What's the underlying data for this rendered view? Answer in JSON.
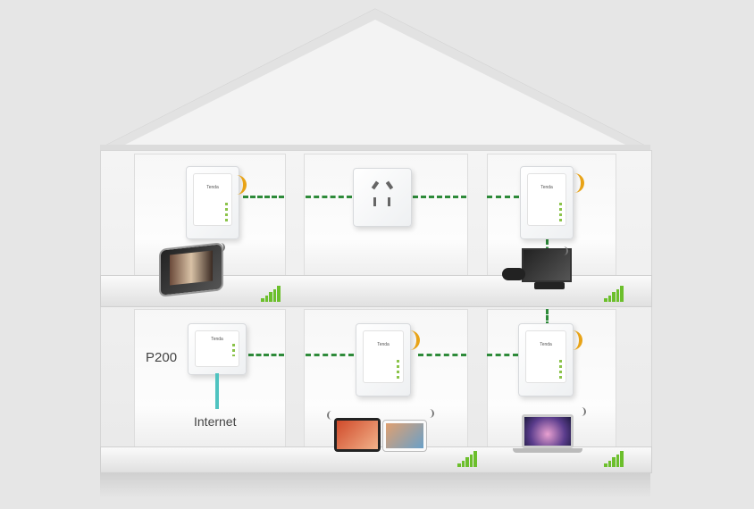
{
  "brand_logo_text": "Tenda",
  "labels": {
    "model": "P200",
    "internet": "Internet"
  },
  "colors": {
    "link_dashed": "#2e8b3a",
    "wifi": "#e8a317",
    "ethernet_cable": "#4fc3c0",
    "signal_bars": "#6cbf2c"
  },
  "rooms": [
    {
      "floor": "upper",
      "position": "left",
      "adapter": "wifi",
      "device": "smartphone"
    },
    {
      "floor": "upper",
      "position": "middle",
      "adapter": "none",
      "device": "power-outlet"
    },
    {
      "floor": "upper",
      "position": "right",
      "adapter": "wifi",
      "device": "tv-and-game-console"
    },
    {
      "floor": "lower",
      "position": "left",
      "adapter": "P200",
      "device": "internet-cable"
    },
    {
      "floor": "lower",
      "position": "middle",
      "adapter": "wifi",
      "device": "tablets"
    },
    {
      "floor": "lower",
      "position": "right",
      "adapter": "wifi",
      "device": "laptop"
    }
  ]
}
